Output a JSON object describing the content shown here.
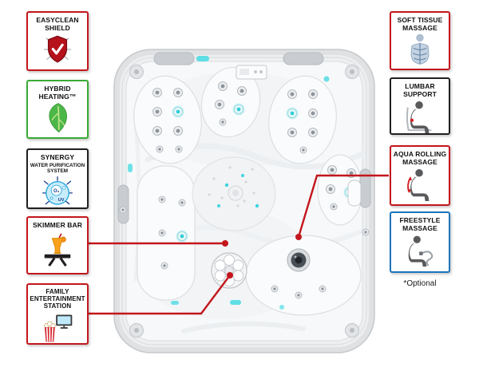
{
  "optional_note": "*Optional",
  "colors": {
    "callout_line": "#c3161c",
    "red_border": "#c3161c",
    "green_border": "#3aaa35",
    "black_border": "#231f20",
    "blue_border": "#1b75bb",
    "jet_accent": "#3fd4de"
  },
  "left_features": [
    {
      "title": "EASYCLEAN SHIELD",
      "icon": "shield-check-icon",
      "border_color": "#c3161c"
    },
    {
      "title": "HYBRID HEATING™",
      "icon": "leaf-icon",
      "border_color": "#3aaa35"
    },
    {
      "title": "SYNERGY",
      "subtitle": "WATER PURIFICATION SYSTEM",
      "icon": "purification-bubble-icon",
      "icon_labels": [
        "O₃",
        "UV"
      ],
      "border_color": "#231f20"
    },
    {
      "title": "SKIMMER BAR",
      "icon": "cocktail-bar-icon",
      "border_color": "#c3161c"
    },
    {
      "title": "FAMILY ENTERTAINMENT STATION",
      "icon": "popcorn-screen-icon",
      "border_color": "#c3161c"
    }
  ],
  "right_features": [
    {
      "title": "SOFT TISSUE MASSAGE",
      "icon": "back-muscles-icon",
      "border_color": "#c3161c"
    },
    {
      "title": "LUMBAR SUPPORT",
      "icon": "seated-person-icon",
      "border_color": "#231f20"
    },
    {
      "title": "AQUA ROLLING MASSAGE",
      "icon": "rolling-massage-icon",
      "border_color": "#c3161c"
    },
    {
      "title": "FREESTYLE MASSAGE",
      "icon": "hose-massage-icon",
      "border_color": "#1b75bb"
    }
  ]
}
